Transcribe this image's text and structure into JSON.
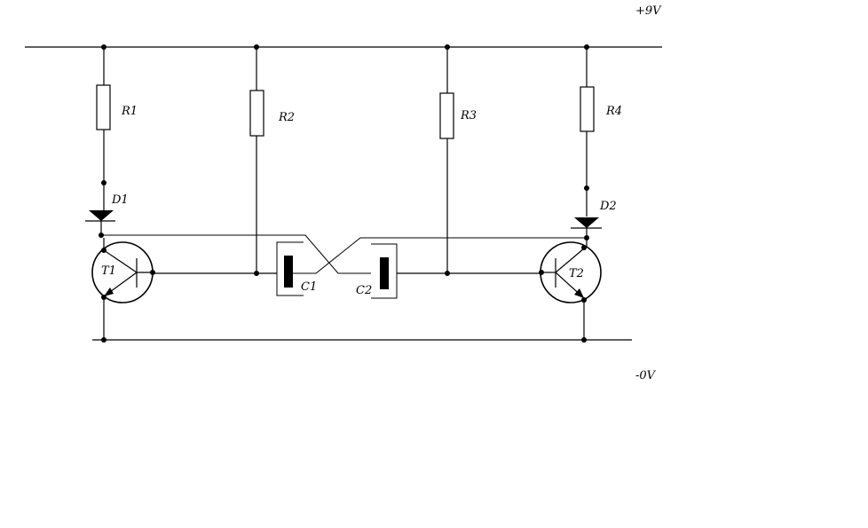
{
  "rails": {
    "positive": "+9V",
    "ground": "-0V"
  },
  "components": {
    "R1": "R1",
    "R2": "R2",
    "R3": "R3",
    "R4": "R4",
    "D1": "D1",
    "D2": "D2",
    "C1": "C1",
    "C2": "C2",
    "T1": "T1",
    "T2": "T2"
  },
  "colors": {
    "wire": "#000000",
    "background": "#ffffff",
    "body_fill": "#ffffff"
  }
}
